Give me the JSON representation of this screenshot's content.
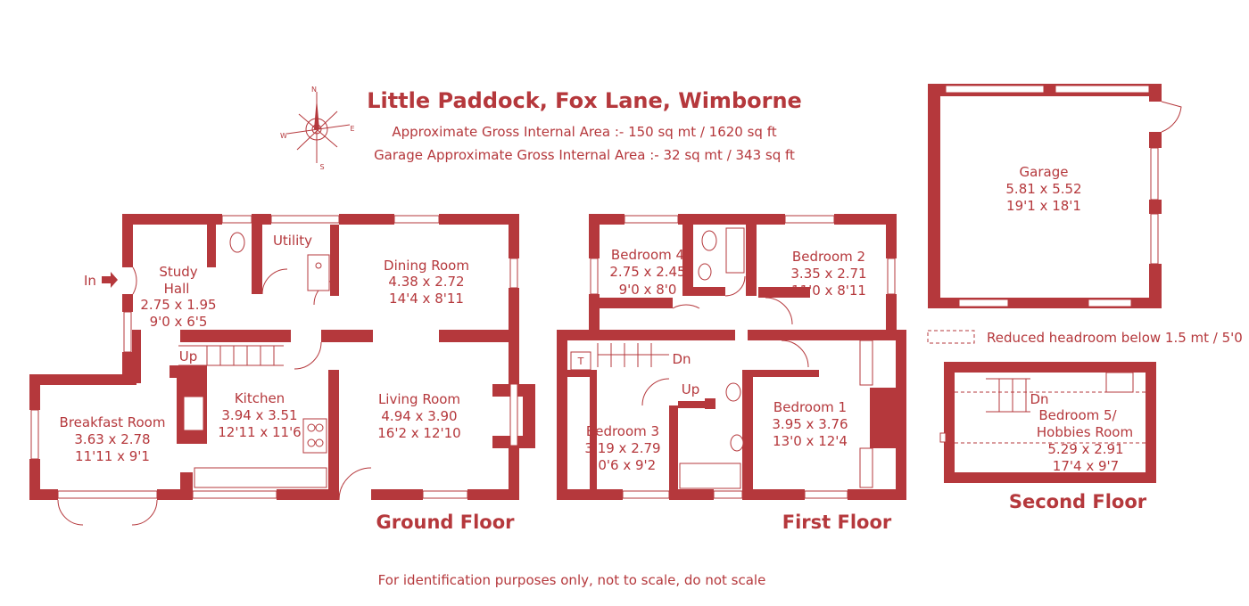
{
  "header": {
    "title": "Little Paddock, Fox Lane, Wimborne",
    "area_line": "Approximate Gross Internal Area :-   150 sq mt /  1620 sq ft",
    "garage_area_line": "Garage Approximate Gross Internal Area :-  32 sq mt /  343 sq ft"
  },
  "compass": {
    "n": "N",
    "s": "S",
    "e": "E",
    "w": "W"
  },
  "entrance": {
    "label": "In"
  },
  "floors": {
    "ground": "Ground Floor",
    "first": "First Floor",
    "second": "Second Floor"
  },
  "rooms": {
    "study": {
      "name1": "Study",
      "name2": "Hall",
      "metric": "2.75 x 1.95",
      "imperial": "9'0 x 6'5"
    },
    "utility": {
      "name": "Utility"
    },
    "dining": {
      "name": "Dining Room",
      "metric": "4.38 x 2.72",
      "imperial": "14'4 x 8'11"
    },
    "breakfast": {
      "name": "Breakfast Room",
      "metric": "3.63 x 2.78",
      "imperial": "11'11 x 9'1"
    },
    "kitchen": {
      "name": "Kitchen",
      "metric": "3.94 x 3.51",
      "imperial": "12'11 x 11'6"
    },
    "living": {
      "name": "Living Room",
      "metric": "4.94 x 3.90",
      "imperial": "16'2 x 12'10"
    },
    "bedroom4": {
      "name": "Bedroom 4",
      "metric": "2.75 x 2.45",
      "imperial": "9'0 x 8'0"
    },
    "bedroom2": {
      "name": "Bedroom 2",
      "metric": "3.35 x 2.71",
      "imperial": "11'0 x 8'11"
    },
    "bedroom3": {
      "name": "Bedroom 3",
      "metric": "3.19 x 2.79",
      "imperial": "10'6 x 9'2"
    },
    "bedroom1": {
      "name": "Bedroom 1",
      "metric": "3.95 x 3.76",
      "imperial": "13'0 x 12'4"
    },
    "garage": {
      "name": "Garage",
      "metric": "5.81 x 5.52",
      "imperial": "19'1 x 18'1"
    },
    "bedroom5": {
      "name1": "Bedroom 5/",
      "name2": "Hobbies Room",
      "metric": "5.29 x 2.91",
      "imperial": "17'4 x 9'7"
    }
  },
  "stairs": {
    "up": "Up",
    "dn": "Dn",
    "tank": "T"
  },
  "legend": {
    "text": "Reduced headroom below 1.5 mt / 5'0"
  },
  "footer": {
    "disclaimer": "For identification purposes only, not to scale, do not scale"
  },
  "colors": {
    "wall": "#b5383c",
    "background": "#ffffff"
  }
}
